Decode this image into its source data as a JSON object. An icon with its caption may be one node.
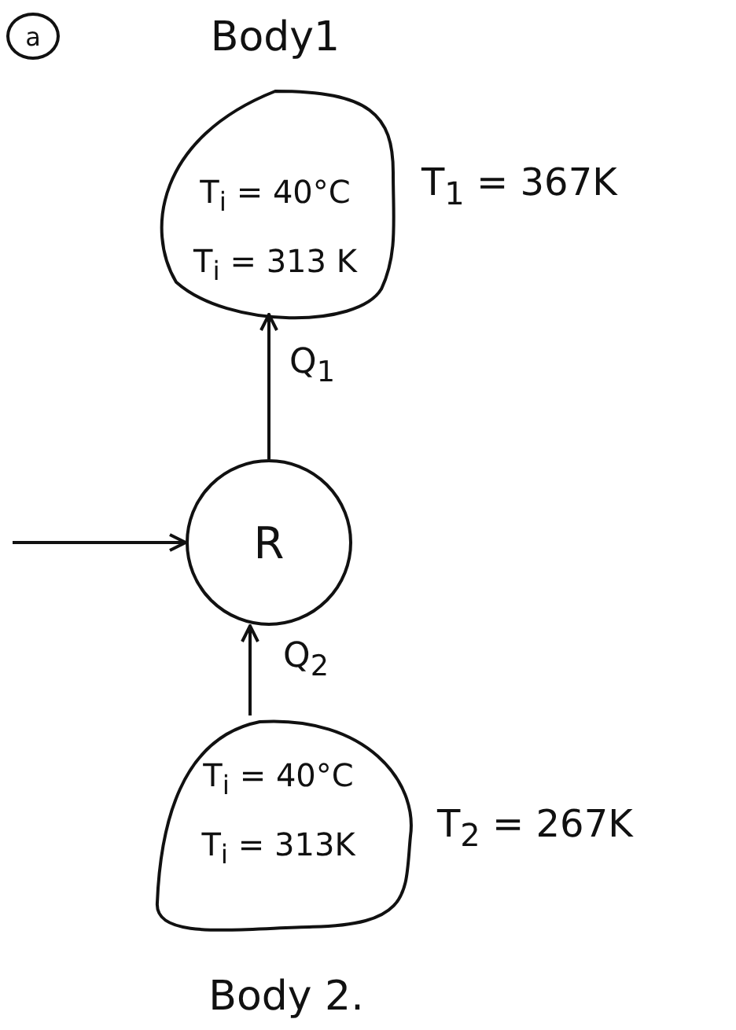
{
  "diagram": {
    "nodes": [
      {
        "text": [
          "Body1",
          "T$_{i}$ = 40°C",
          "T$_{i}$ = 313 K"
        ],
        "beside": [
          "T$_{1}$ = 367K"
        ]
      },
      {
        "text": [
          "R"
        ]
      },
      {
        "text": [
          "T$_{i}$ = 40°C",
          "T$_{i}$ = 313K",
          "Body 2."
        ],
        "beside": [
          "T$_{2}$ = 267K"
        ]
      }
    ],
    "edges": [
      {
        "from": 1,
        "to": 0,
        "arrow": "to",
        "label": "Q$_{1}$"
      },
      {
        "from": 2,
        "to": 1,
        "arrow": "to",
        "label": "Q$_{2}$"
      },
      {
        "from": null,
        "to": 1,
        "arrow": "to"
      }
    ],
    "labels": [
      "a"
    ]
  }
}
